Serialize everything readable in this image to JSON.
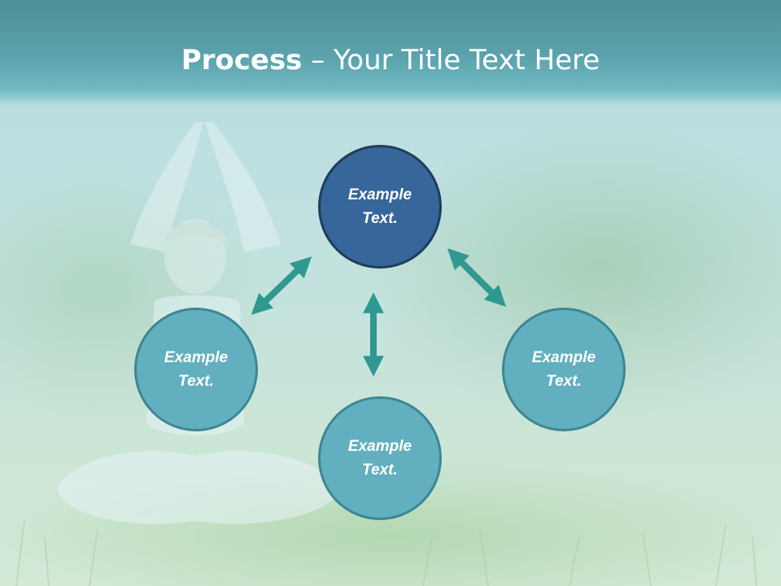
{
  "title": {
    "bold": "Process",
    "rest": " – Your Title Text Here"
  },
  "nodes": {
    "top": {
      "label": "Example\nText."
    },
    "left": {
      "label": "Example\nText."
    },
    "right": {
      "label": "Example\nText."
    },
    "bottom": {
      "label": "Example\nText."
    }
  },
  "colors": {
    "title_band": "#5ba3ad",
    "primary_node": "#36669a",
    "secondary_node": "#62b0bf",
    "arrow": "#2f9891"
  },
  "arrow_icons": [
    "double-arrow-icon",
    "double-arrow-icon",
    "double-arrow-icon"
  ]
}
